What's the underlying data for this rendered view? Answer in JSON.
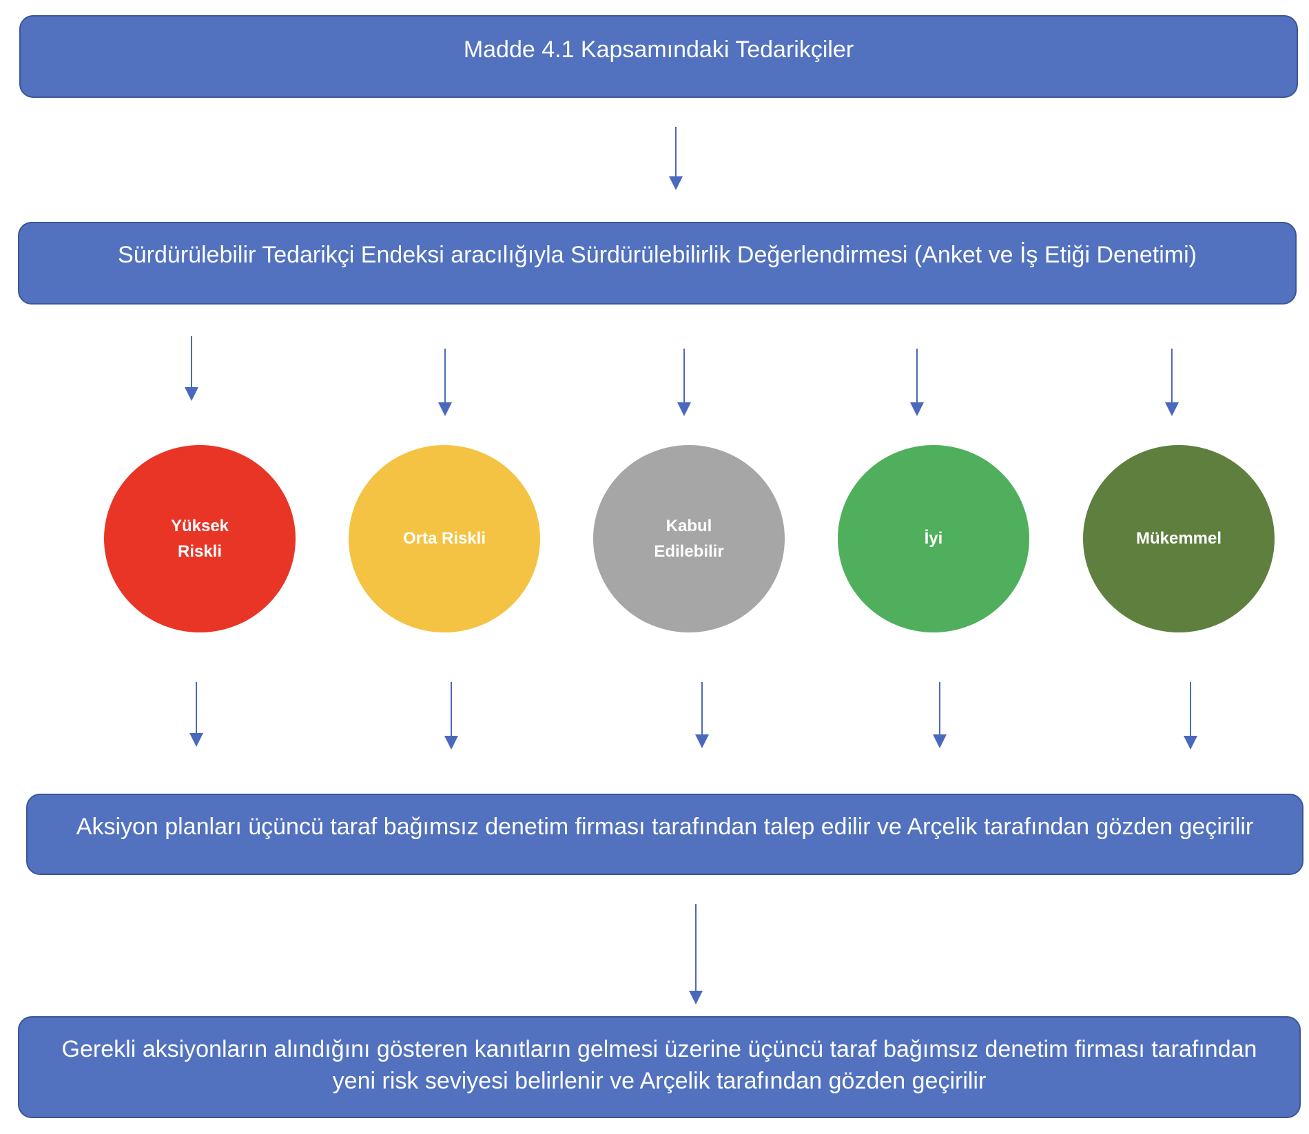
{
  "colors": {
    "box_fill": "#5272bf",
    "arrow": "#4a69bd",
    "yuksek_riskli": "#e83526",
    "orta_riskli": "#f4c343",
    "kabul_edilebilir": "#a6a6a6",
    "iyi": "#4faf5c",
    "mukemmel": "#5e7f3e"
  },
  "boxes": {
    "top": "Madde 4.1 Kapsamındaki Tedarikçiler",
    "assessment": "Sürdürülebilir Tedarikçi Endeksi aracılığıyla Sürdürülebilirlik Değerlendirmesi (Anket ve  İş Etiği Denetimi)",
    "action_plans": "Aksiyon planları üçüncü taraf bağımsız denetim firması tarafından talep edilir ve Arçelik tarafından gözden geçirilir",
    "final": "Gerekli aksiyonların alındığını gösteren kanıtların gelmesi üzerine üçüncü taraf bağımsız denetim firması tarafından yeni risk seviyesi belirlenir ve Arçelik tarafından gözden geçirilir"
  },
  "levels": [
    {
      "label": "Yüksek Riskli"
    },
    {
      "label": "Orta Riskli"
    },
    {
      "label": "Kabul Edilebilir"
    },
    {
      "label": "İyi"
    },
    {
      "label": "Mükemmel"
    }
  ]
}
